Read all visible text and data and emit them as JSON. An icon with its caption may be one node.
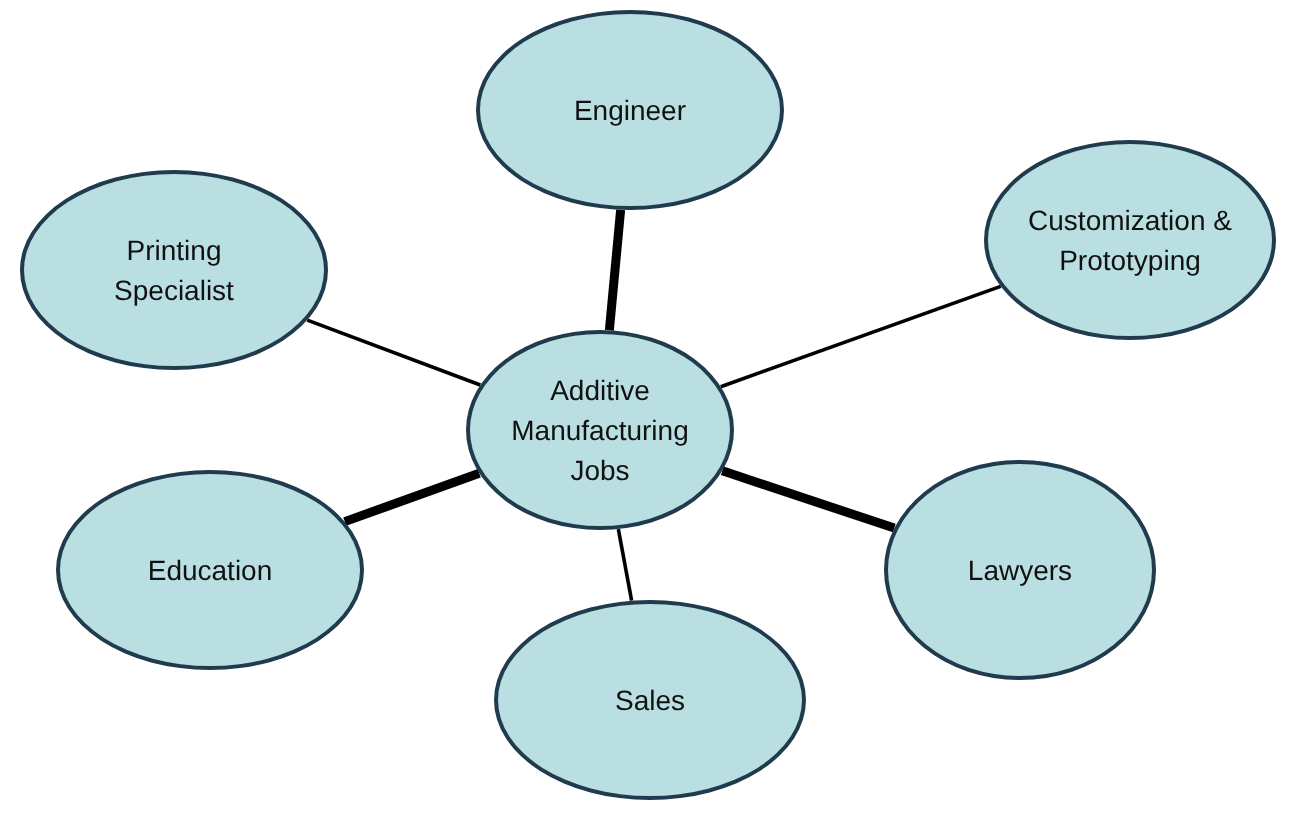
{
  "diagram": {
    "nodes": [
      {
        "text": [
          "Engineer"
        ]
      },
      {
        "text": [
          "Printing Specialist"
        ]
      },
      {
        "text": [
          "Customization & Prototyping"
        ]
      },
      {
        "text": [
          "Additive Manufacturing Jobs"
        ]
      },
      {
        "text": [
          "Education"
        ]
      },
      {
        "text": [
          "Lawyers"
        ]
      },
      {
        "text": [
          "Sales"
        ]
      }
    ],
    "edges": [
      {
        "from": 3,
        "to": 0,
        "arrow": "none",
        "style": "thick"
      },
      {
        "from": 3,
        "to": 1,
        "arrow": "none"
      },
      {
        "from": 3,
        "to": 2,
        "arrow": "none"
      },
      {
        "from": 3,
        "to": 4,
        "arrow": "none",
        "style": "thick"
      },
      {
        "from": 3,
        "to": 5,
        "arrow": "none",
        "style": "thick"
      },
      {
        "from": 3,
        "to": 6,
        "arrow": "none"
      }
    ]
  }
}
